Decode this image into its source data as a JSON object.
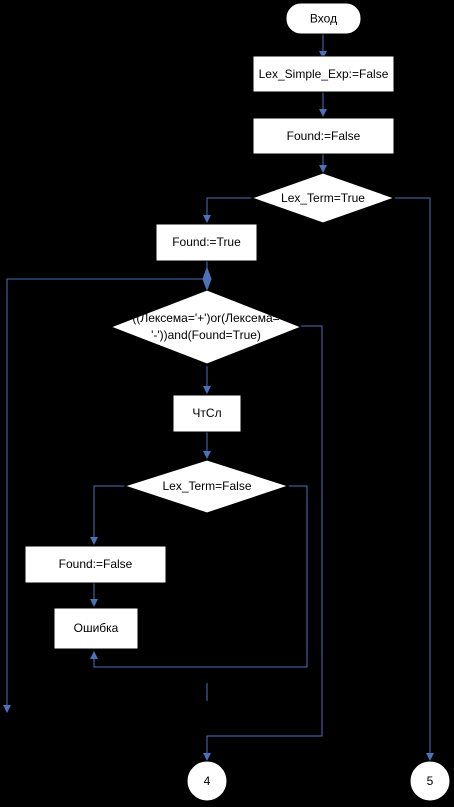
{
  "nodes": {
    "start": "Вход",
    "init_lex": "Lex_Simple_Exp:=False",
    "init_found": "Found:=False",
    "cond_term": "Lex_Term=True",
    "set_found_true": "Found:=True",
    "loop_cond_line1": "((Лексема='+')or(Лексема=",
    "loop_cond_line2": "'-'))and(Found=True)",
    "read_sl": "ЧтСл",
    "cond_term_false": "Lex_Term=False",
    "set_found_false": "Found:=False",
    "error": "Ошибка",
    "connector_4": "4",
    "connector_5": "5"
  },
  "colors": {
    "background": "#000000",
    "shape_fill": "#ffffff",
    "connector_line": "#4a72b8"
  }
}
